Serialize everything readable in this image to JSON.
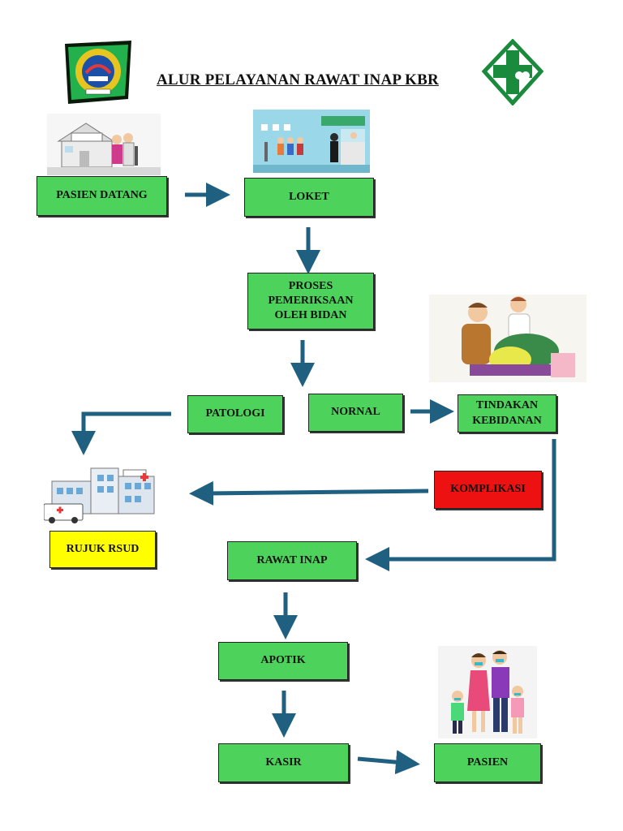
{
  "title": "ALUR PELAYANAN RAWAT INAP KBR",
  "colors": {
    "box_green": "#4dd35c",
    "box_red": "#ee1111",
    "box_yellow": "#ffff00",
    "arrow": "#1f5f80"
  },
  "nodes": {
    "pasien_datang": "PASIEN DATANG",
    "loket": "LOKET",
    "proses_line1": "PROSES",
    "proses_line2": "PEMERIKSAAN",
    "proses_line3": "OLEH BIDAN",
    "patologi": "PATOLOGI",
    "nornal": "NORNAL",
    "tindakan_line1": "TINDAKAN",
    "tindakan_line2": "KEBIDANAN",
    "komplikasi": "KOMPLIKASI",
    "rujuk": "RUJUK RSUD",
    "rawat_inap": "RAWAT INAP",
    "apotik": "APOTIK",
    "kasir": "KASIR",
    "pasien": "PASIEN"
  },
  "images": {
    "left_logo": "regional-emblem",
    "right_logo": "puskesmas-logo",
    "patient_arrival": "patient-arrival-illustration",
    "registration_counter": "registration-counter-illustration",
    "midwife_exam": "midwife-exam-illustration",
    "hospital": "hospital-ambulance-illustration",
    "family": "family-masks-illustration"
  }
}
